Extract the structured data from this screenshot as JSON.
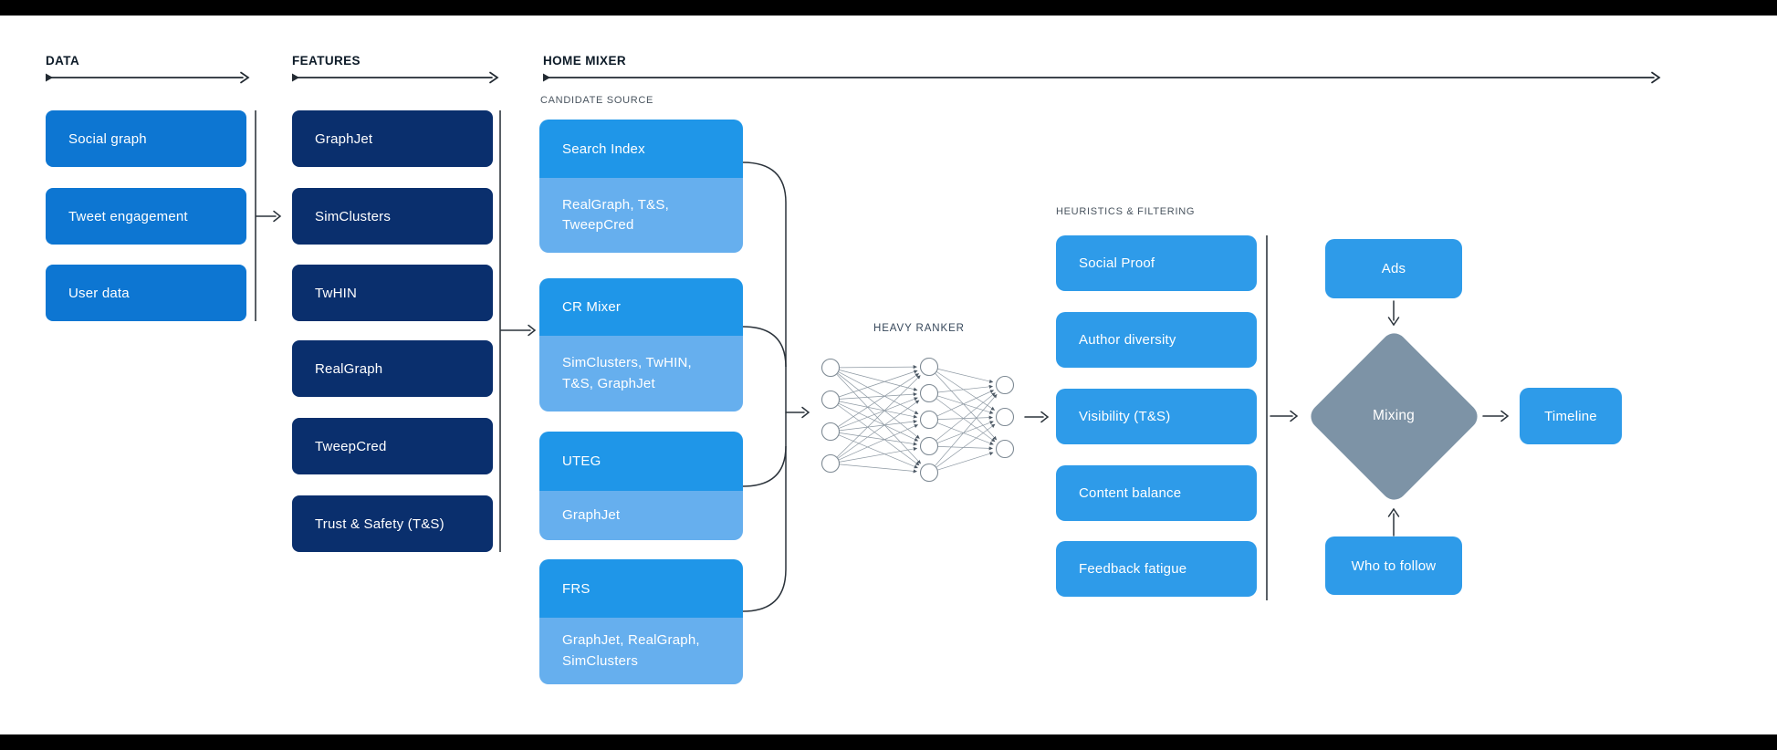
{
  "header": {
    "data_section": "DATA",
    "features_section": "FEATURES",
    "home_mixer_section": "HOME MIXER"
  },
  "data_column": {
    "items": [
      "Social graph",
      "Tweet engagement",
      "User data"
    ]
  },
  "features_column": {
    "items": [
      "GraphJet",
      "SimClusters",
      "TwHIN",
      "RealGraph",
      "TweepCred",
      "Trust & Safety (T&S)"
    ]
  },
  "candidate_source": {
    "label": "CANDIDATE SOURCE",
    "groups": [
      {
        "name": "Search Index",
        "features": "RealGraph, T&S, TweepCred"
      },
      {
        "name": "CR Mixer",
        "features": "SimClusters, TwHIN, T&S, GraphJet"
      },
      {
        "name": "UTEG",
        "features": "GraphJet"
      },
      {
        "name": "FRS",
        "features": "GraphJet, RealGraph, SimClusters"
      }
    ]
  },
  "heavy_ranker": {
    "label": "HEAVY RANKER",
    "layers": [
      4,
      5,
      3
    ]
  },
  "heuristics": {
    "label": "HEURISTICS & FILTERING",
    "items": [
      "Social Proof",
      "Author diversity",
      "Visibility (T&S)",
      "Content balance",
      "Feedback fatigue"
    ]
  },
  "output_flow": {
    "ads": "Ads",
    "mixing": "Mixing",
    "who_to_follow": "Who to follow",
    "timeline": "Timeline"
  },
  "colors": {
    "data_box": "#0d76d2",
    "feature_box": "#0a2f6d",
    "candidate_header": "#1f96e8",
    "candidate_sub": "#66afee",
    "heuristic_box": "#2e9be9",
    "mixing_diamond": "#7d93a6",
    "wire": "#2b333b",
    "top_bottom_bar": "#000000"
  }
}
